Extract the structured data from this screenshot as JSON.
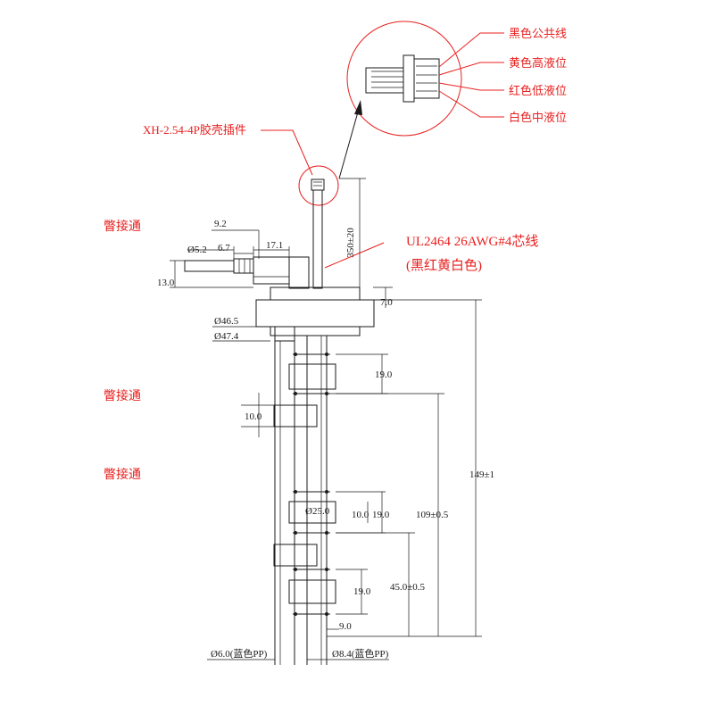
{
  "connector_callout": {
    "pins": [
      {
        "label": "黑色公共线"
      },
      {
        "label": "黄色高液位"
      },
      {
        "label": "红色低液位"
      },
      {
        "label": "白色中液位"
      }
    ]
  },
  "connector_label": "XH-2.54-4P胶壳插件",
  "cable_label": "UL2464   26AWG#4芯线",
  "cable_colors": "(黑红黄白色)",
  "side_notes": [
    "瞥接通",
    "瞥接通",
    "瞥接通"
  ],
  "dimensions": {
    "d9_2": "9.2",
    "d5_2": "Ø5.2",
    "d6_7": "6.7",
    "d17_1": "17.1",
    "d13_0": "13.0",
    "cable_length": "350±20",
    "d7_0": "7.0",
    "d46_5": "Ø46.5",
    "d47_4": "Ø47.4",
    "float1_h": "19.0",
    "sleeve_h": "10.0",
    "d25_0": "Ø25.0",
    "float2_gap": "10.0",
    "float2_h": "19.0",
    "float3_h": "19.0",
    "total_len": "149±1",
    "pos_109": "109±0.5",
    "pos_45": "45.0±0.5",
    "d9_0": "9.0",
    "rod_od": "Ø6.0(蓝色PP)",
    "stem_od": "Ø8.4(蓝色PP)"
  },
  "colors": {
    "annotation": "#e8201f",
    "line": "#1a1a1a"
  }
}
